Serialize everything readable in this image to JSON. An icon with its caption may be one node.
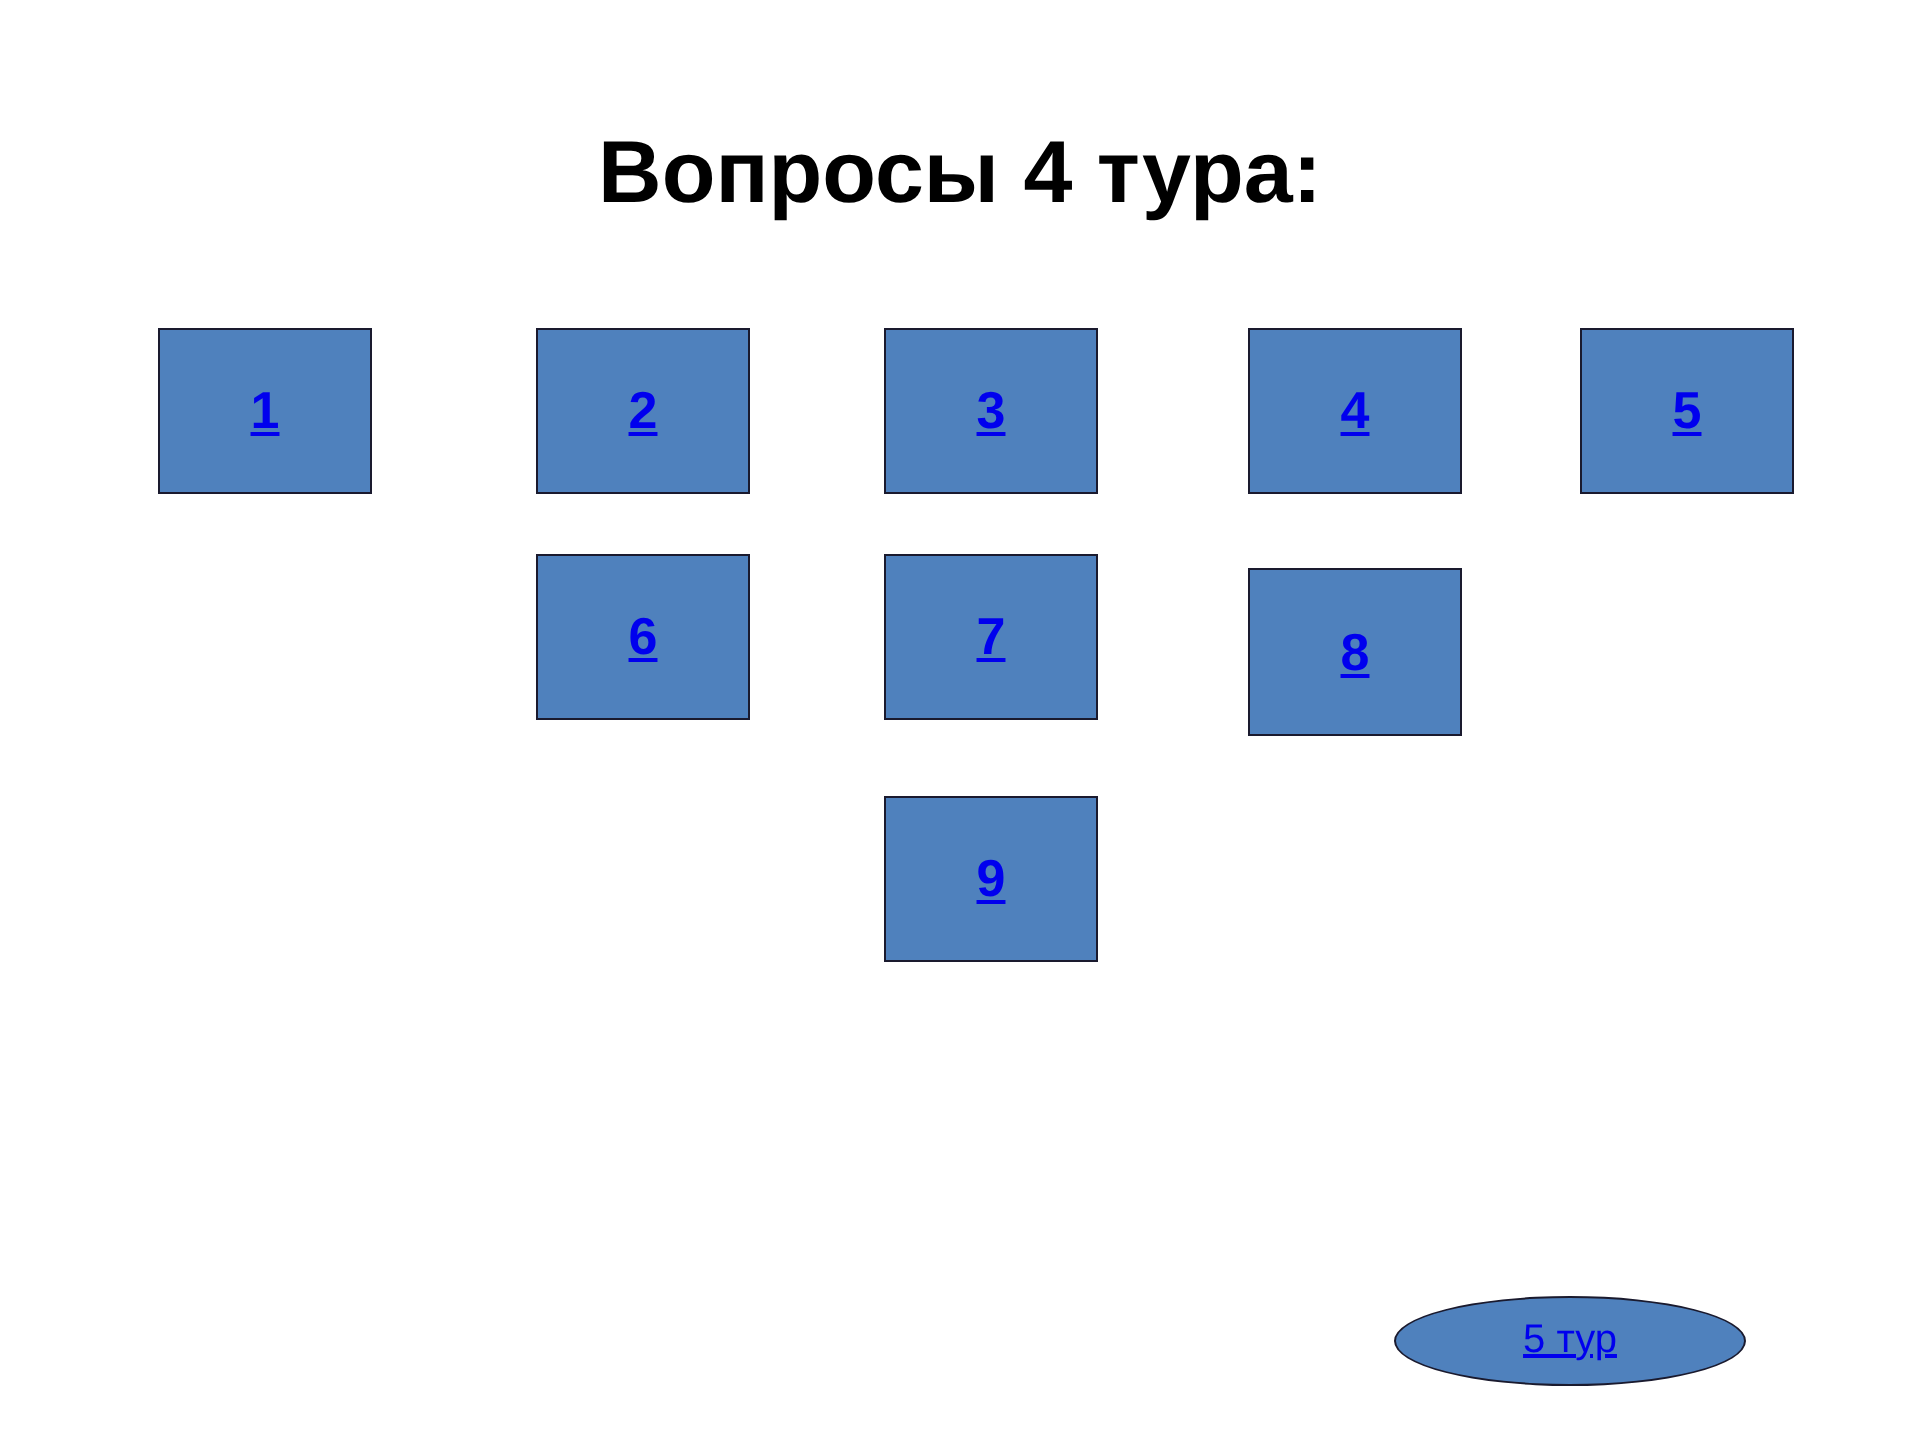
{
  "diagram": {
    "title": "Вопросы 4 тура:",
    "nodes": [
      {
        "text": [
          "1"
        ]
      },
      {
        "text": [
          "2"
        ]
      },
      {
        "text": [
          "3"
        ]
      },
      {
        "text": [
          "4"
        ]
      },
      {
        "text": [
          "5"
        ]
      },
      {
        "text": [
          "6"
        ]
      },
      {
        "text": [
          "7"
        ]
      },
      {
        "text": [
          "8"
        ]
      },
      {
        "text": [
          "9"
        ]
      },
      {
        "text": [
          "5 тур"
        ]
      }
    ]
  }
}
